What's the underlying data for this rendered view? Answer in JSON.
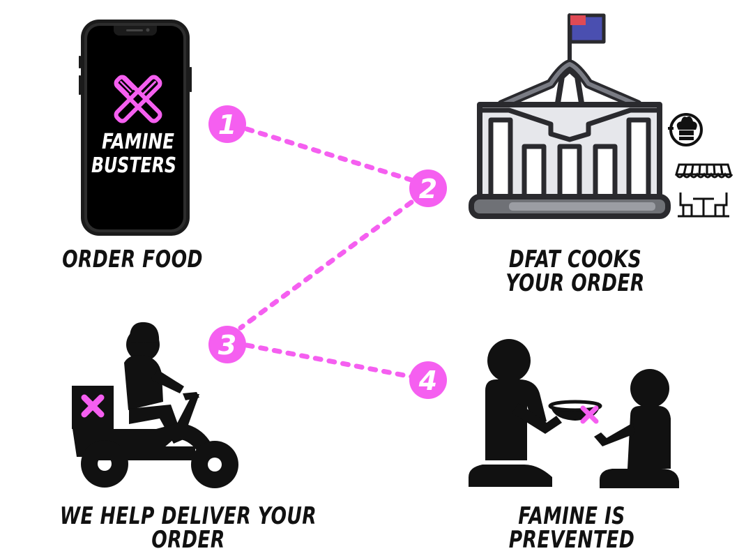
{
  "brand": {
    "line1": "FAMINE",
    "line2": "BUSTERS"
  },
  "steps": [
    {
      "number": "1",
      "label_lines": [
        "ORDER FOOD"
      ],
      "icon": "phone-icon"
    },
    {
      "number": "2",
      "label_lines": [
        "DFAT COOKS",
        "YOUR ORDER"
      ],
      "icon": "parliament-house-icon"
    },
    {
      "number": "3",
      "label_lines": [
        "WE HELP DELIVER YOUR ORDER"
      ],
      "icon": "delivery-scooter-icon"
    },
    {
      "number": "4",
      "label_lines": [
        "FAMINE IS PREVENTED"
      ],
      "icon": "people-sharing-food-icon"
    }
  ],
  "side_icons": [
    "chef-hat-icon",
    "awning-icon",
    "cafe-table-icon"
  ],
  "colors": {
    "accent": "#f55ff0",
    "ink": "#111111",
    "building_fill": "#e6e7eb",
    "building_stroke": "#2a2a2e",
    "flag_blue": "#4a4fb0",
    "flag_red": "#e04a55"
  }
}
